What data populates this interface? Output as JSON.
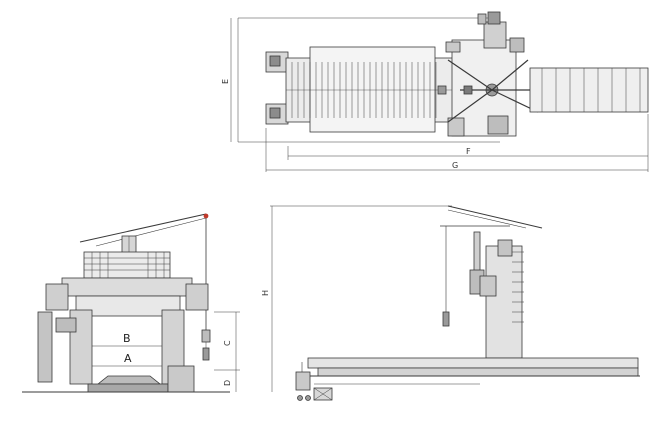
{
  "diagram": {
    "colors": {
      "line": "#3a3a3a",
      "fill_light": "#e6e6e6",
      "fill_mid": "#c9c9c9",
      "fill_dark": "#8c8c8c",
      "accent_red": "#c0392b"
    },
    "top_view": {
      "dim_labels": {
        "E": "E",
        "F": "F",
        "G": "G"
      }
    },
    "front_view": {
      "dim_labels": {
        "A": "A",
        "B": "B",
        "C": "C",
        "D": "D"
      }
    },
    "side_view": {
      "dim_labels": {
        "H": "H"
      }
    }
  }
}
